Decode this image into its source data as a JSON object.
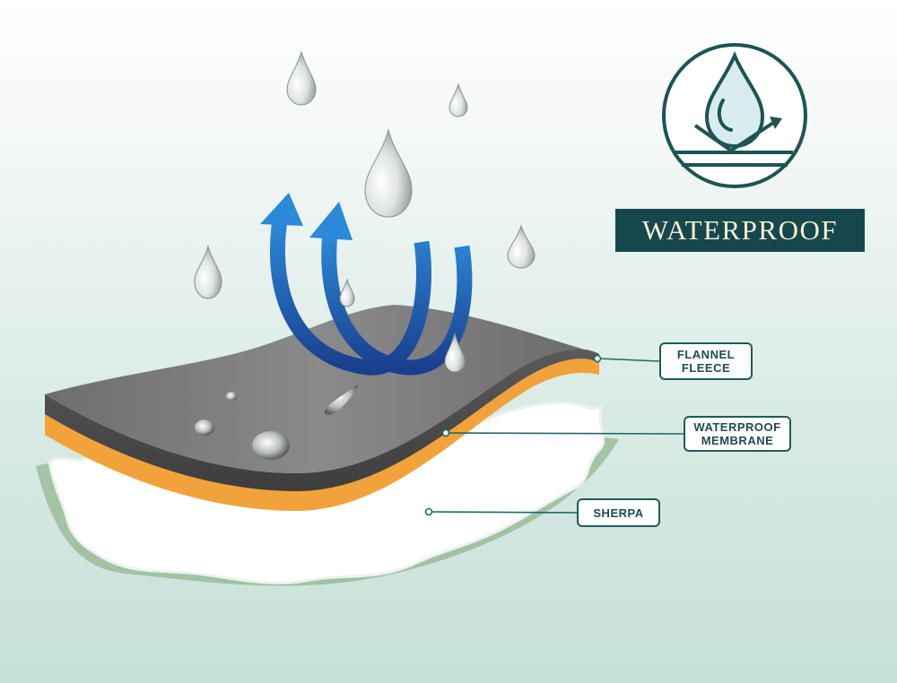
{
  "badge": {
    "title": "WATERPROOF"
  },
  "callouts": {
    "flannel": {
      "line1": "FLANNEL",
      "line2": "FLEECE"
    },
    "membrane": {
      "line1": "WATERPROOF",
      "line2": "MEMBRANE"
    },
    "sherpa": {
      "line1": "SHERPA"
    }
  },
  "icons": {
    "waterproof_emblem": "water-drop-over-surface-icon",
    "droplet": "water-droplet-icon",
    "arrow": "breathable-airflow-arrow-icon"
  },
  "colors": {
    "background_top": "#ffffff",
    "background_bottom": "#c6e0d8",
    "accent_teal": "#1d5454",
    "badge_bg": "#16474d",
    "badge_text": "#f6efd4",
    "fleece_grey": "#7d7d7d",
    "membrane_orange": "#f2a23a",
    "sherpa_white": "#ffffff",
    "arrow_blue": "#1c74c7",
    "arrow_navy": "#1d3a8a"
  }
}
